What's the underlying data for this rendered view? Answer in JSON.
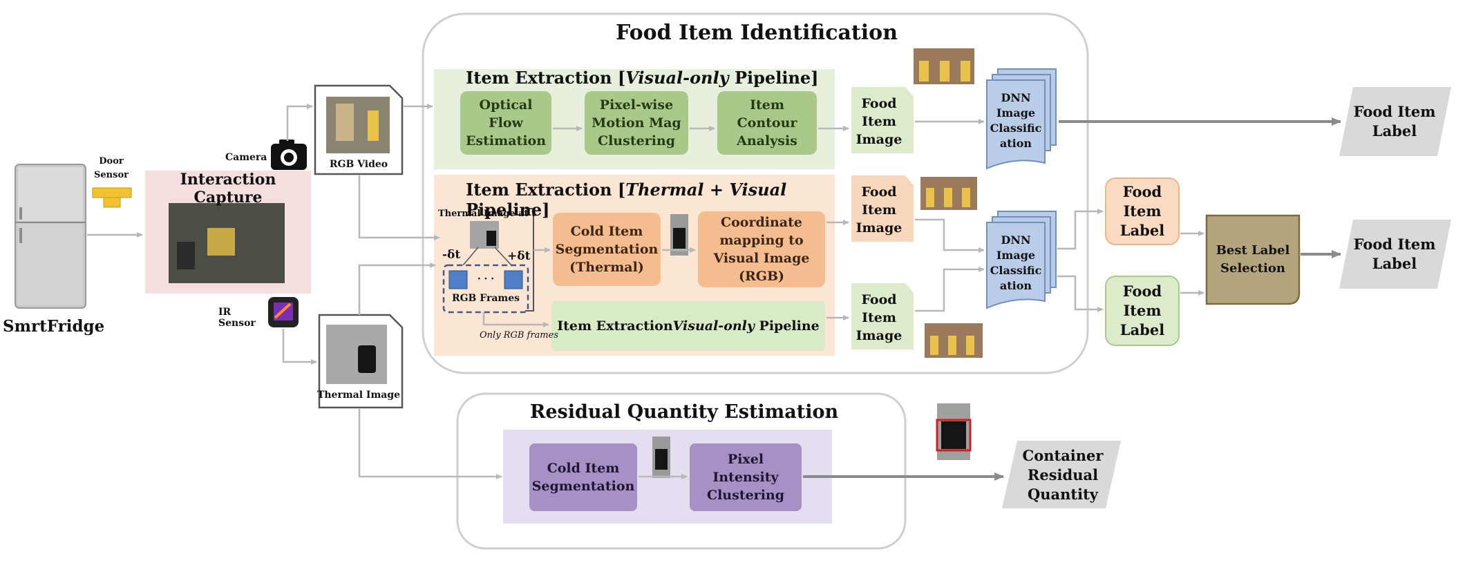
{
  "diagram": {
    "fridge_label": "SmrtFridge",
    "door_sensor": "Door\nSensor",
    "camera": "Camera",
    "ir_sensor": "IR Sensor",
    "rgb_video": "RGB Video",
    "thermal_image": "Thermal Image",
    "interaction_capture": "Interaction Capture",
    "food_item_identification": "Food Item Identification",
    "visual_pipeline": {
      "title_pre": "Item Extraction [",
      "title_em": "Visual-only",
      "title_post": " Pipeline]",
      "optical_flow": "Optical\nFlow\nEstimation",
      "pixel_wise": "Pixel-wise\nMotion Mag\nClustering",
      "item_contour": "Item\nContour\nAnalysis",
      "food_item_image": "Food\nItem\nImage"
    },
    "thermal_pipeline": {
      "title_pre": "Item Extraction [",
      "title_em1": "Thermal",
      "title_mid": " + ",
      "title_em2": "Visual",
      "title_post": " Pipeline]",
      "thermal_image_at_t": "Thermal Image at t",
      "minus_dt": "-δt",
      "plus_dt": "+δt",
      "dots": "· · ·",
      "rgb_frames": "RGB Frames",
      "cold_item": "Cold Item\nSegmentation\n(Thermal)",
      "coordinate_mapping": "Coordinate\nmapping to\nVisual Image\n(RGB)",
      "food_item_image_1": "Food\nItem\nImage",
      "food_item_image_2": "Food\nItem\nImage",
      "only_rgb": "Only RGB frames",
      "visual_only_pre": "Item Extraction ",
      "visual_only_em": "Visual-only",
      "visual_only_post": " Pipeline"
    },
    "dnn_1": "DNN\nImage\nClassific\nation",
    "dnn_2": "DNN\nImage\nClassific\nation",
    "food_item_label_top": "Food Item\nLabel",
    "food_item_label_orange": "Food\nItem\nLabel",
    "food_item_label_green": "Food\nItem\nLabel",
    "best_label_selection": "Best Label\nSelection",
    "food_item_label_right": "Food Item\nLabel",
    "residual_quantity_estimation": "Residual Quantity Estimation",
    "cold_item_segmentation": "Cold Item\nSegmentation",
    "pixel_intensity_clustering": "Pixel\nIntensity\nClustering",
    "container_residual_quantity": "Container\nResidual\nQuantity"
  },
  "colors": {
    "green_panel": "#e6f0dc",
    "orange_panel": "#fbe6d4",
    "purple_panel": "#e4def0",
    "pink_panel": "#f4dede",
    "dnn_blue": "#b9cce8",
    "gray_label": "#d9d9d9",
    "best_label": "#b5a57e",
    "arrow": "#b8b8b8"
  }
}
